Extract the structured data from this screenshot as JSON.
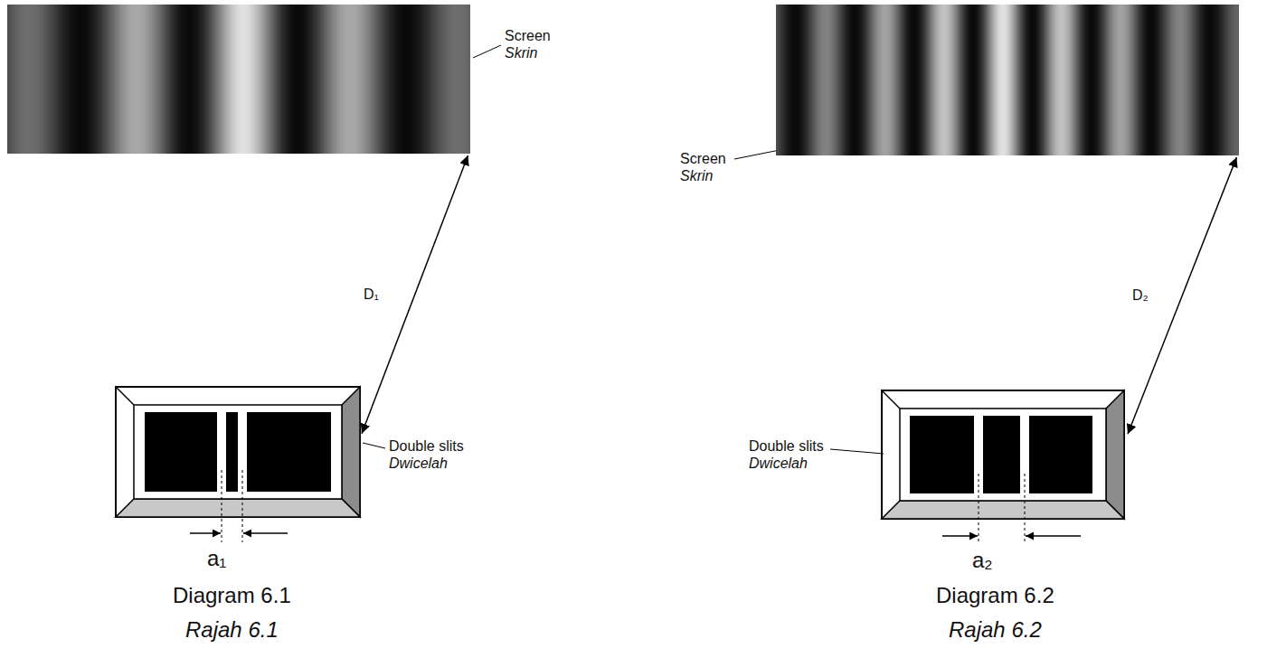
{
  "diagram": {
    "nodes": [
      {
        "text": [
          "Screen",
          "Skrin"
        ]
      },
      {
        "text": [
          "Screen",
          "Skrin"
        ]
      },
      {
        "text": [
          "Double slits",
          "Dwicelah"
        ]
      },
      {
        "text": [
          "Double slits",
          "Dwicelah"
        ]
      }
    ],
    "edges": [
      {
        "from": 2,
        "to": 0,
        "arrow": "both",
        "label": "D₁"
      },
      {
        "from": 3,
        "to": 1,
        "arrow": "both",
        "label": "D₂"
      }
    ],
    "labels": [
      "a₁",
      "Diagram 6.1",
      "Rajah 6.1",
      "a₂",
      "Diagram 6.2",
      "Rajah 6.2"
    ]
  }
}
